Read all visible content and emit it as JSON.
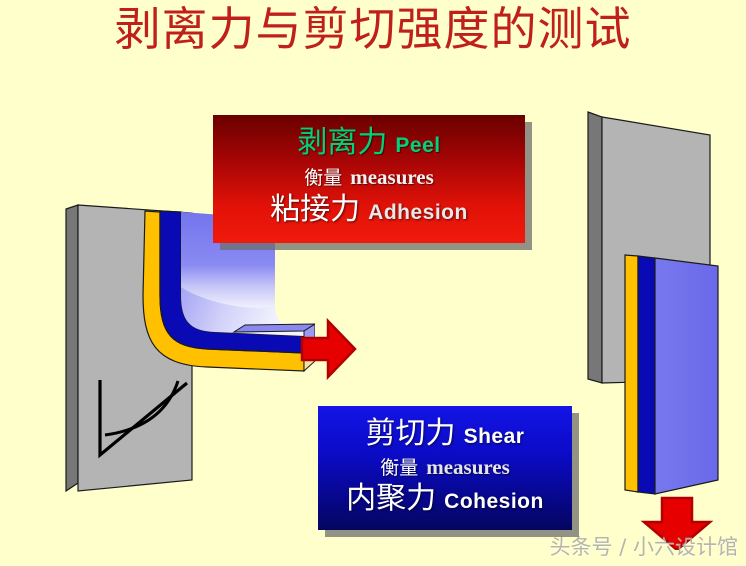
{
  "slide": {
    "title": "剥离力与剪切强度的测试",
    "background_color": "#FFFFCC",
    "title_color": "#C0201C"
  },
  "peel_callout": {
    "name": "peel-callout",
    "background_colors": [
      "#6B0000",
      "#F01A0C"
    ],
    "line1_cn": "剥离力",
    "line1_en": "Peel",
    "line2_cn": "衡量",
    "line2_en": "measures",
    "line3_cn": "粘接力",
    "line3_en": "Adhesion",
    "accent_color": "#00D27A"
  },
  "shear_callout": {
    "name": "shear-callout",
    "background_colors": [
      "#1414E6",
      "#050560"
    ],
    "line1_cn": "剪切力",
    "line1_en": "Shear",
    "line2_cn": "衡量",
    "line2_en": "measures",
    "line3_cn": "内聚力",
    "line3_en": "Cohesion",
    "accent_color": "#FFFFFF"
  },
  "peel_figure": {
    "name": "peel-test-diagram",
    "substrate_face_color": "#B3B3B3",
    "substrate_edge_color": "#808080",
    "adhesive_color": "#FFC000",
    "tape_color": "#0000CC",
    "tape_face_color": "#7B7BF0",
    "angle_marker": "90-degree-angle"
  },
  "shear_figure": {
    "name": "shear-test-diagram",
    "substrate_face_color": "#B3B3B3",
    "substrate_edge_color": "#808080",
    "adhesive_color": "#FFC000",
    "tape_color": "#0000CC",
    "tape_face_color": "#7B7BF0"
  },
  "arrows": {
    "peel_arrow": {
      "name": "peel-direction-arrow",
      "direction": "right",
      "fill": "#E60000",
      "stroke": "#B00000"
    },
    "shear_arrow": {
      "name": "shear-direction-arrow",
      "direction": "down",
      "fill": "#E60000",
      "stroke": "#B00000"
    }
  },
  "watermark": {
    "text": "头条号 / 小六设计馆"
  }
}
